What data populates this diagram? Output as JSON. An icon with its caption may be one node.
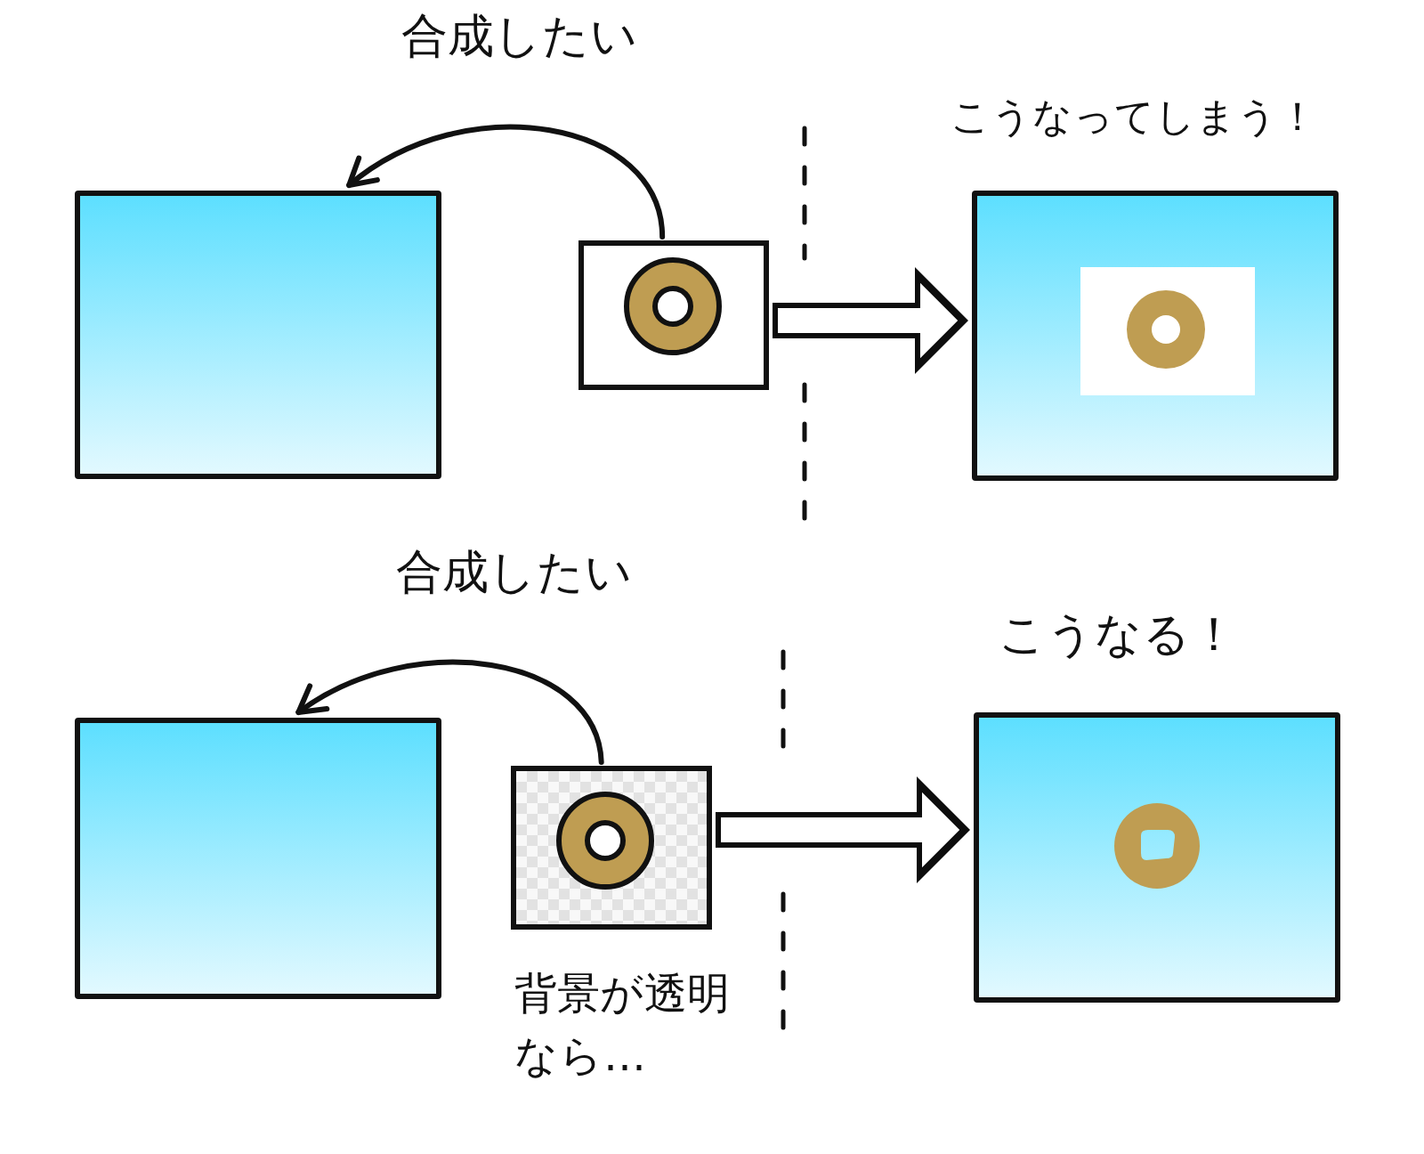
{
  "diagram": {
    "nodes": [
      {
        "text": [],
        "shape": "box"
      },
      {
        "text": [],
        "shape": "picture"
      },
      {
        "text": [
          "こうなってしまう！"
        ]
      },
      {
        "text": [],
        "shape": "box"
      },
      {
        "text": [],
        "shape": "picture",
        "beside": [
          "背景が透明なら…"
        ]
      },
      {
        "text": [
          "こうなる！"
        ]
      }
    ],
    "edges": [
      {
        "from": 1,
        "to": 0,
        "arrow": "to",
        "label": "合成したい"
      },
      {
        "from": 1,
        "to": 2,
        "arrow": "to",
        "style": "thick"
      },
      {
        "from": 4,
        "to": 3,
        "arrow": "to",
        "label": "合成したい"
      },
      {
        "from": 4,
        "to": 5,
        "arrow": "to",
        "style": "thick"
      }
    ]
  }
}
